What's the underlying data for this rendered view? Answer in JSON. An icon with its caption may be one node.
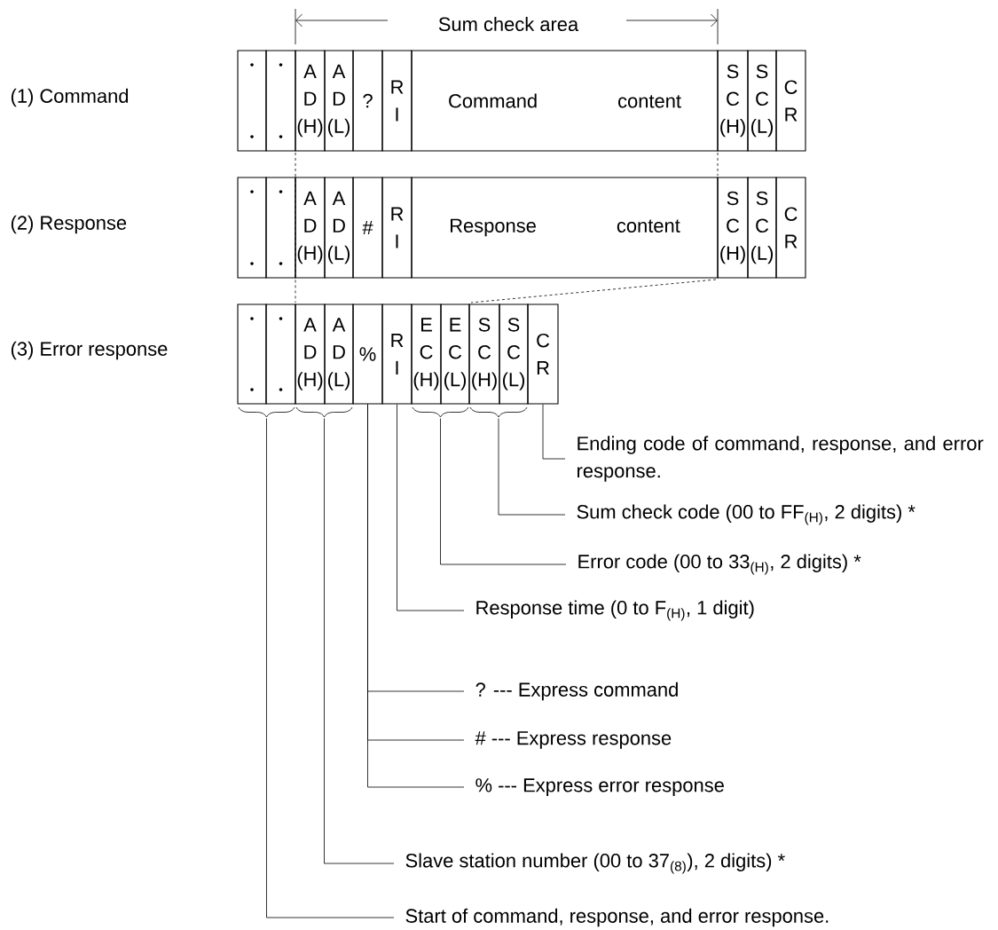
{
  "diagram": {
    "nodes": [
      {
        "text": [],
        "shape": "box"
      },
      {
        "text": [],
        "shape": "box"
      },
      {
        "text": [
          "A D (H)"
        ]
      },
      {
        "text": [
          "A D (L)"
        ]
      },
      {
        "text": [
          "?"
        ]
      },
      {
        "text": [
          "R I"
        ]
      },
      {
        "text": [
          "Command content"
        ]
      },
      {
        "text": [
          "S C (H)"
        ]
      },
      {
        "text": [
          "S C (L)"
        ]
      },
      {
        "text": [
          "C R"
        ]
      },
      {
        "text": [],
        "shape": "box"
      },
      {
        "text": [],
        "shape": "box"
      },
      {
        "text": [
          "A D (H)"
        ]
      },
      {
        "text": [
          "A D (L)"
        ]
      },
      {
        "text": [
          "#"
        ]
      },
      {
        "text": [
          "R I"
        ]
      },
      {
        "text": [
          "Response content"
        ]
      },
      {
        "text": [
          "S C (H)"
        ]
      },
      {
        "text": [
          "S C (L)"
        ]
      },
      {
        "text": [
          "C R"
        ]
      },
      {
        "text": [],
        "shape": "box"
      },
      {
        "text": [],
        "shape": "box"
      },
      {
        "text": [
          "A D (H)"
        ]
      },
      {
        "text": [
          "A D (L)"
        ]
      },
      {
        "text": [
          "%"
        ]
      },
      {
        "text": [
          "R I"
        ]
      },
      {
        "text": [
          "E C (H)"
        ]
      },
      {
        "text": [
          "E C (L)"
        ]
      },
      {
        "text": [
          "S C (H)"
        ]
      },
      {
        "text": [
          "S C (L)"
        ]
      },
      {
        "text": [
          "C R"
        ]
      },
      {
        "text": [],
        "shape": "brace"
      },
      {
        "text": [],
        "shape": "brace"
      },
      {
        "text": [],
        "shape": "brace"
      },
      {
        "text": [],
        "shape": "brace"
      },
      {
        "text": [
          "Ending code of command, response, and error response."
        ]
      },
      {
        "text": [
          "Sum check code (00 to FF$_{(H)}$, 2 digits) *"
        ]
      },
      {
        "text": [
          "Error code (00 to 33$_{(H)}$, 2 digits) *"
        ]
      },
      {
        "text": [
          "Response time (0 to F$_{(H)}$, 1 digit)"
        ]
      },
      {
        "text": [
          "? --- Express command"
        ]
      },
      {
        "text": [
          "# --- Express response"
        ]
      },
      {
        "text": [
          "% --- Express error response"
        ]
      },
      {
        "text": [
          "Slave station number (00 to 37$_{(8)}$), 2 digits) *"
        ]
      },
      {
        "text": [
          "Start of command, response, and error response."
        ]
      }
    ],
    "edges": [
      {
        "from": 35,
        "to": 30,
        "arrow": "none"
      },
      {
        "from": 36,
        "to": 34,
        "arrow": "none"
      },
      {
        "from": 37,
        "to": 33,
        "arrow": "none"
      },
      {
        "from": 38,
        "to": 25,
        "arrow": "none"
      },
      {
        "from": 39,
        "to": 24,
        "arrow": "none"
      },
      {
        "from": 40,
        "to": 24,
        "arrow": "none"
      },
      {
        "from": 41,
        "to": 24,
        "arrow": "none"
      },
      {
        "from": 42,
        "to": 32,
        "arrow": "none"
      },
      {
        "from": 43,
        "to": 31,
        "arrow": "none"
      }
    ],
    "labels": [
      "Sum check area",
      "(1) Command",
      "(2) Response",
      "(3) Error response"
    ]
  }
}
